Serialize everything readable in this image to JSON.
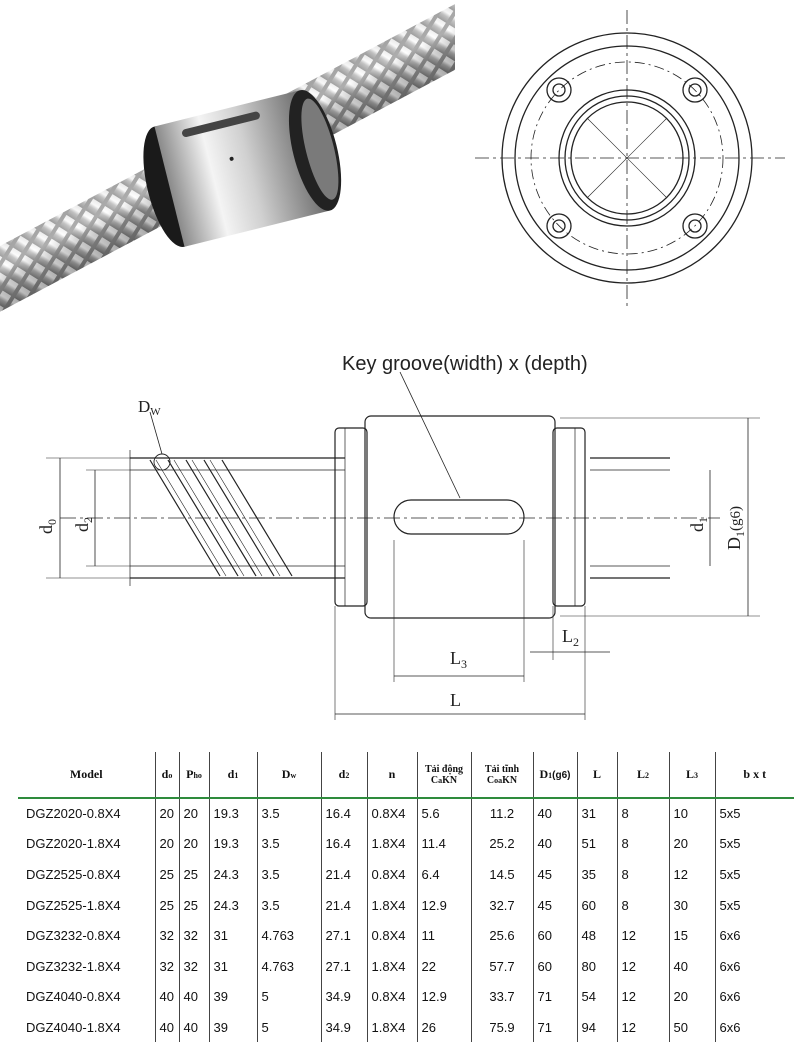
{
  "drawing": {
    "key_groove_label": "Key groove(width) x (depth)",
    "dim_dw": "D",
    "dim_dw_sub": "W",
    "dim_d0": "d",
    "dim_d0_sub": "0",
    "dim_d2": "d",
    "dim_d2_sub": "2",
    "dim_d1": "d",
    "dim_d1_sub": "1",
    "dim_D1": "D",
    "dim_D1_sub": "1",
    "dim_D1_suffix": "(g6)",
    "dim_L": "L",
    "dim_L3": "L",
    "dim_L3_sub": "3",
    "dim_L2": "L",
    "dim_L2_sub": "2"
  },
  "table": {
    "headers": {
      "model": "Model",
      "d0": "d",
      "d0_sub": "o",
      "pho": "P",
      "pho_sub": "ho",
      "d1": "d",
      "d1_sub": "1",
      "dw": "D",
      "dw_sub": "w",
      "d2": "d",
      "d2_sub": "2",
      "n": "n",
      "ca_line1": "Tải động",
      "ca_line2": "C",
      "ca_sub": "a",
      "ca_unit": "KN",
      "coa_line1": "Tải tĩnh",
      "coa_line2": "C",
      "coa_sub": "oa",
      "coa_unit": "KN",
      "D1": "D",
      "D1_sub": "1",
      "D1_suffix": "(g6)",
      "L": "L",
      "L2": "L",
      "L2_sub": "2",
      "L3": "L",
      "L3_sub": "3",
      "bxt": "b x t"
    },
    "rows": [
      [
        "DGZ2020-0.8X4",
        "20",
        "20",
        "19.3",
        "3.5",
        "16.4",
        "0.8X4",
        "5.6",
        "11.2",
        "40",
        "31",
        "8",
        "10",
        "5x5"
      ],
      [
        "DGZ2020-1.8X4",
        "20",
        "20",
        "19.3",
        "3.5",
        "16.4",
        "1.8X4",
        "11.4",
        "25.2",
        "40",
        "51",
        "8",
        "20",
        "5x5"
      ],
      [
        "DGZ2525-0.8X4",
        "25",
        "25",
        "24.3",
        "3.5",
        "21.4",
        "0.8X4",
        "6.4",
        "14.5",
        "45",
        "35",
        "8",
        "12",
        "5x5"
      ],
      [
        "DGZ2525-1.8X4",
        "25",
        "25",
        "24.3",
        "3.5",
        "21.4",
        "1.8X4",
        "12.9",
        "32.7",
        "45",
        "60",
        "8",
        "30",
        "5x5"
      ],
      [
        "DGZ3232-0.8X4",
        "32",
        "32",
        "31",
        "4.763",
        "27.1",
        "0.8X4",
        "11",
        "25.6",
        "60",
        "48",
        "12",
        "15",
        "6x6"
      ],
      [
        "DGZ3232-1.8X4",
        "32",
        "32",
        "31",
        "4.763",
        "27.1",
        "1.8X4",
        "22",
        "57.7",
        "60",
        "80",
        "12",
        "40",
        "6x6"
      ],
      [
        "DGZ4040-0.8X4",
        "40",
        "40",
        "39",
        "5",
        "34.9",
        "0.8X4",
        "12.9",
        "33.7",
        "71",
        "54",
        "12",
        "20",
        "6x6"
      ],
      [
        "DGZ4040-1.8X4",
        "40",
        "40",
        "39",
        "5",
        "34.9",
        "1.8X4",
        "26",
        "75.9",
        "71",
        "94",
        "12",
        "50",
        "6x6"
      ]
    ]
  }
}
